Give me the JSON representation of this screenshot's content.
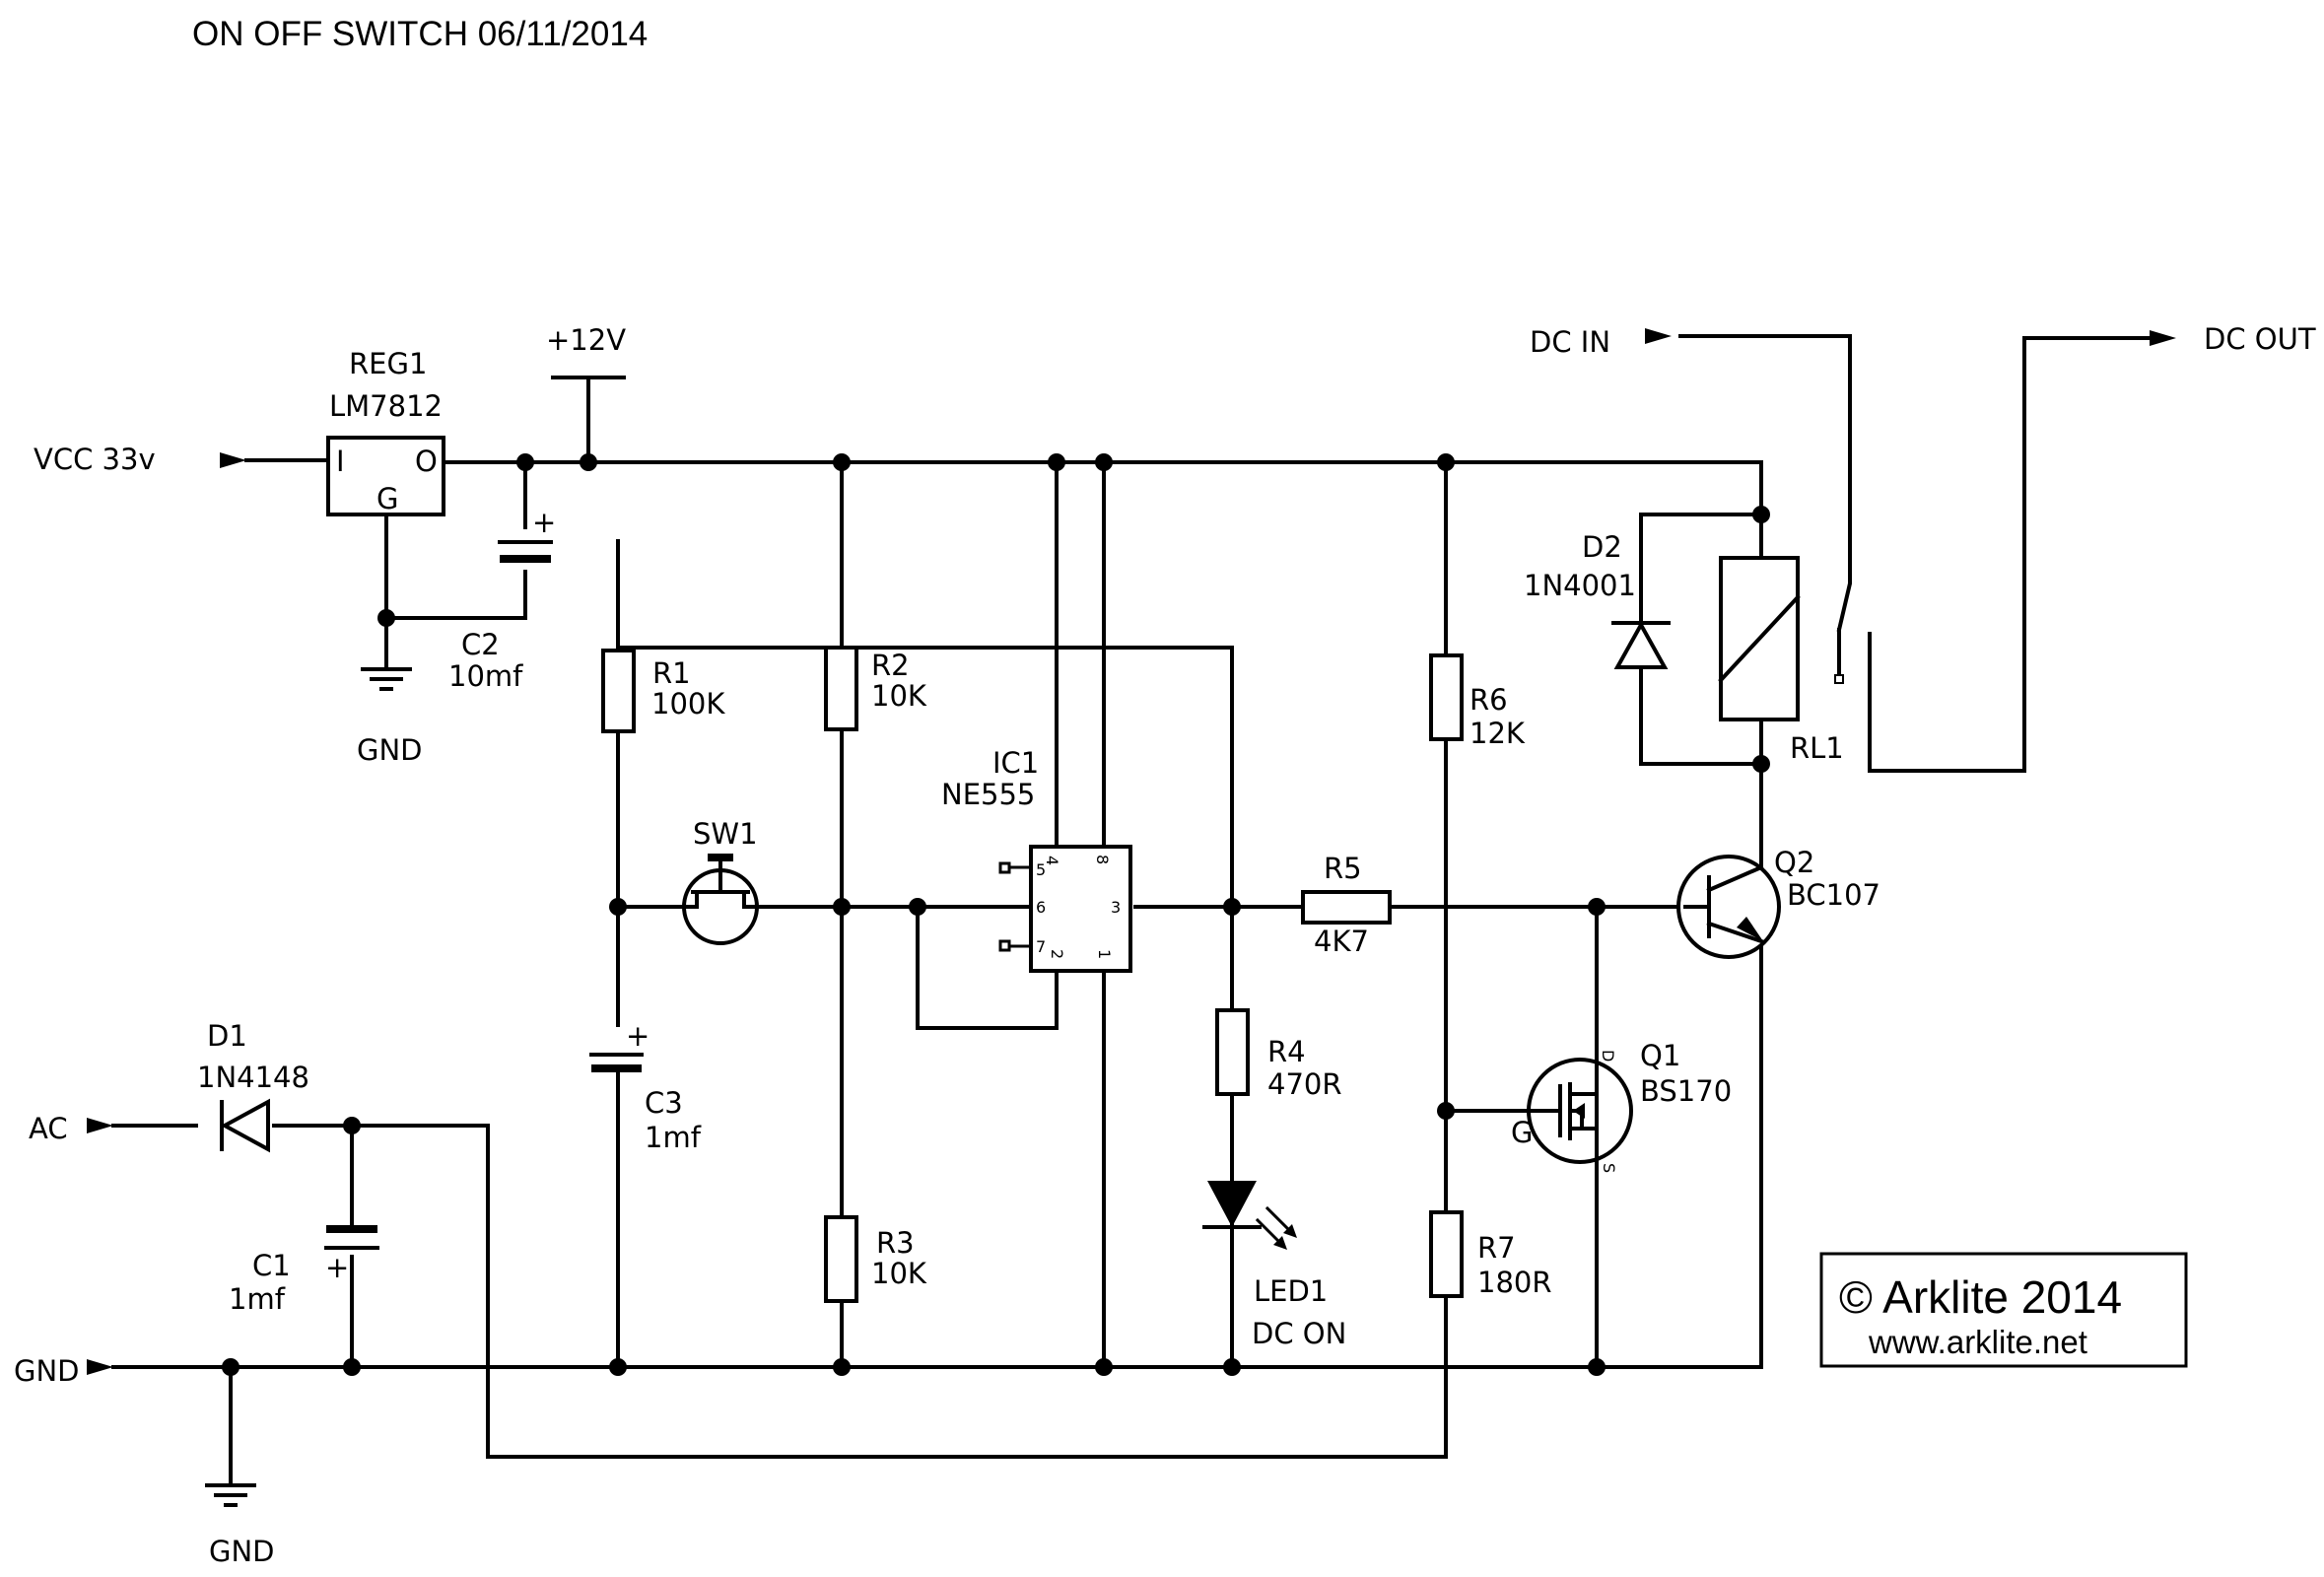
{
  "title": "ON OFF SWITCH  06/11/2014",
  "ports": {
    "vcc": "VCC   33v",
    "ac": "AC",
    "gnd": "GND",
    "dc_in": "DC  IN",
    "dc_out": "DC  OUT",
    "plus12v": "+12V"
  },
  "ground_labels": {
    "reg": "GND",
    "bottom": "GND"
  },
  "components": {
    "reg1": {
      "ref": "REG1",
      "value": "LM7812",
      "pin_in": "I",
      "pin_out": "O",
      "pin_gnd": "G"
    },
    "c2": {
      "ref": "C2",
      "value": "10mf",
      "polarity": "+"
    },
    "r1": {
      "ref": "R1",
      "value": "100K"
    },
    "r2": {
      "ref": "R2",
      "value": "10K"
    },
    "r3": {
      "ref": "R3",
      "value": "10K"
    },
    "sw1": {
      "ref": "SW1"
    },
    "c3": {
      "ref": "C3",
      "value": "1mf",
      "polarity": "+"
    },
    "ic1": {
      "ref": "IC1",
      "value": "NE555",
      "pins": [
        "4",
        "8",
        "5",
        "6",
        "7",
        "2",
        "1",
        "3"
      ]
    },
    "r5": {
      "ref": "R5",
      "value": "4K7"
    },
    "r4": {
      "ref": "R4",
      "value": "470R"
    },
    "led1": {
      "ref": "LED1",
      "value": "DC  ON"
    },
    "r6": {
      "ref": "R6",
      "value": "12K"
    },
    "r7": {
      "ref": "R7",
      "value": "180R"
    },
    "d2": {
      "ref": "D2",
      "value": "1N4001"
    },
    "rl1": {
      "ref": "RL1"
    },
    "q2": {
      "ref": "Q2",
      "value": "BC107"
    },
    "q1": {
      "ref": "Q1",
      "value": "BS170",
      "pin_d": "D",
      "pin_g": "G",
      "pin_s": "S"
    },
    "d1": {
      "ref": "D1",
      "value": "1N4148"
    },
    "c1": {
      "ref": "C1",
      "value": "1mf",
      "polarity": "+"
    }
  },
  "copyright": {
    "line1": "© Arklite  2014",
    "line2": "www.arklite.net"
  }
}
